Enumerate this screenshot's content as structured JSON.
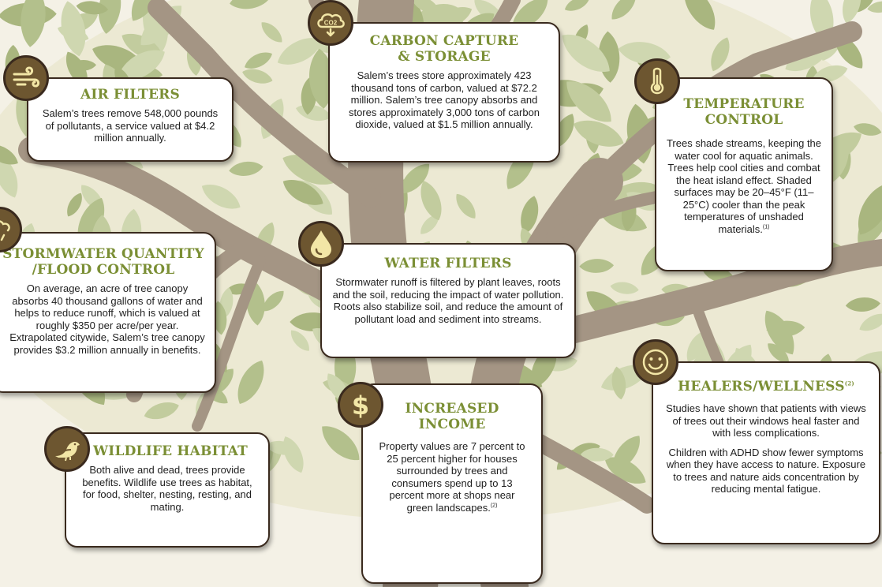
{
  "cards": {
    "air": {
      "title": "AIR FILTERS",
      "body": "Salem’s trees remove 548,000 pounds of pollutants, a service valued at $4.2 million annually.",
      "icon": "wind-icon"
    },
    "carbon": {
      "title_line1": "CARBON CAPTURE",
      "title_line2": "& STORAGE",
      "body": "Salem’s trees store approximately 423 thousand tons of carbon, valued at $72.2 million. Salem’s tree canopy absorbs and stores approximately 3,000 tons of carbon dioxide, valued at $1.5 million annually.",
      "icon": "co2-icon",
      "icon_text": "CO2"
    },
    "temperature": {
      "title_line1": "TEMPERATURE",
      "title_line2": "CONTROL",
      "body": "Trees shade streams, keeping the water cool for aquatic animals. Trees help cool cities and combat the heat island effect. Shaded surfaces may be 20–45°F (11–25°C) cooler than the peak temperatures of unshaded materials.",
      "ref": "(1)",
      "icon": "thermometer-icon"
    },
    "stormwater": {
      "title_line1": "STORMWATER QUANTITY",
      "title_line2": "/FLOOD CONTROL",
      "body": "On average, an acre of tree canopy absorbs 40 thousand gallons of water and helps to reduce runoff, which is valued at roughly $350 per acre/per year. Extrapolated citywide, Salem’s tree canopy provides $3.2 million annually in benefits.",
      "icon": "rain-cloud-icon"
    },
    "water": {
      "title": "WATER FILTERS",
      "body": "Stormwater runoff is filtered by plant leaves, roots and the soil, reducing the impact of water pollution. Roots also stabilize soil, and reduce the amount of pollutant load and sediment into streams.",
      "icon": "water-drop-icon"
    },
    "healers": {
      "title": "HEALERS/WELLNESS",
      "ref": "(2)",
      "body1": "Studies have shown that patients with views of trees out their windows heal faster and with less complications.",
      "body2": "Children with ADHD show fewer symptoms when they have access to nature. Exposure to trees and nature aids concentration by reducing mental fatigue.",
      "icon": "smiley-icon"
    },
    "wildlife": {
      "title": "WILDLIFE HABITAT",
      "body": "Both alive and dead, trees provide benefits. Wildlife use trees as habitat, for food, shelter, nesting, resting, and mating.",
      "icon": "bird-icon"
    },
    "income": {
      "title_line1": "INCREASED",
      "title_line2": "INCOME",
      "body": "Property values are 7 percent to 25 percent higher for houses surrounded by trees and consumers spend up to 13 percent more at shops near green landscapes.",
      "ref": "(2)",
      "icon": "dollar-icon",
      "icon_text": "$"
    }
  },
  "colors": {
    "title_green": "#7b8f35",
    "badge_brown": "#6d5630",
    "icon_cream": "#f2e6a6",
    "trunk": "#a49584",
    "leaf_light": "#cfd7b0",
    "leaf_mid": "#b3c08c"
  }
}
